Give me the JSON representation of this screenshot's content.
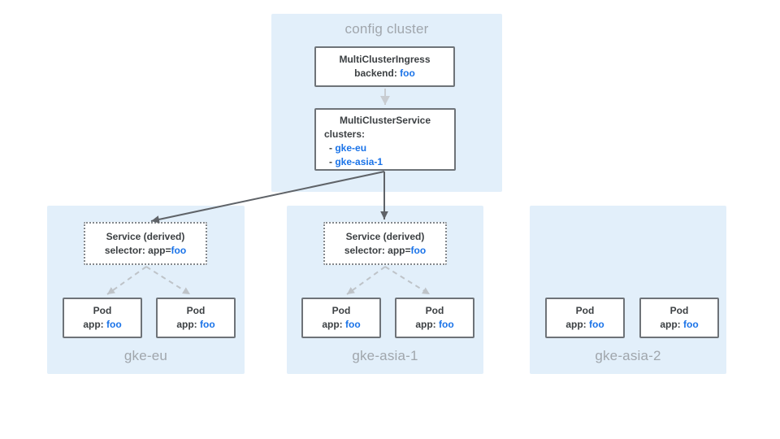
{
  "colors": {
    "panel_blue": "#E2EFFA",
    "link_blue": "#1A73E8",
    "text_dark": "#3C4043",
    "label_gray": "#A0A6AC",
    "box_border_gray": "#6E7378",
    "arrow_dark": "#5F6368",
    "arrow_light": "#C8CCD1",
    "arrow_light_dashed": "#BEC3C8"
  },
  "config_cluster": {
    "label": "config cluster",
    "mci": {
      "title": "MultiClusterIngress",
      "backend_label": "backend: ",
      "backend_value": "foo"
    },
    "mcs": {
      "title": "MultiClusterService",
      "clusters_label": "clusters:",
      "clusters": [
        {
          "bullet": "- ",
          "name": "gke-eu"
        },
        {
          "bullet": "- ",
          "name": "gke-asia-1"
        }
      ]
    }
  },
  "clusters": [
    {
      "label": "gke-eu",
      "service": {
        "title": "Service (derived)",
        "selector_label": "selector: app=",
        "selector_value": "foo"
      },
      "pods": [
        {
          "title": "Pod",
          "app_label": "app: ",
          "app_value": "foo"
        },
        {
          "title": "Pod",
          "app_label": "app: ",
          "app_value": "foo"
        }
      ]
    },
    {
      "label": "gke-asia-1",
      "service": {
        "title": "Service (derived)",
        "selector_label": "selector: app=",
        "selector_value": "foo"
      },
      "pods": [
        {
          "title": "Pod",
          "app_label": "app: ",
          "app_value": "foo"
        },
        {
          "title": "Pod",
          "app_label": "app: ",
          "app_value": "foo"
        }
      ]
    },
    {
      "label": "gke-asia-2",
      "pods": [
        {
          "title": "Pod",
          "app_label": "app: ",
          "app_value": "foo"
        },
        {
          "title": "Pod",
          "app_label": "app: ",
          "app_value": "foo"
        }
      ]
    }
  ]
}
